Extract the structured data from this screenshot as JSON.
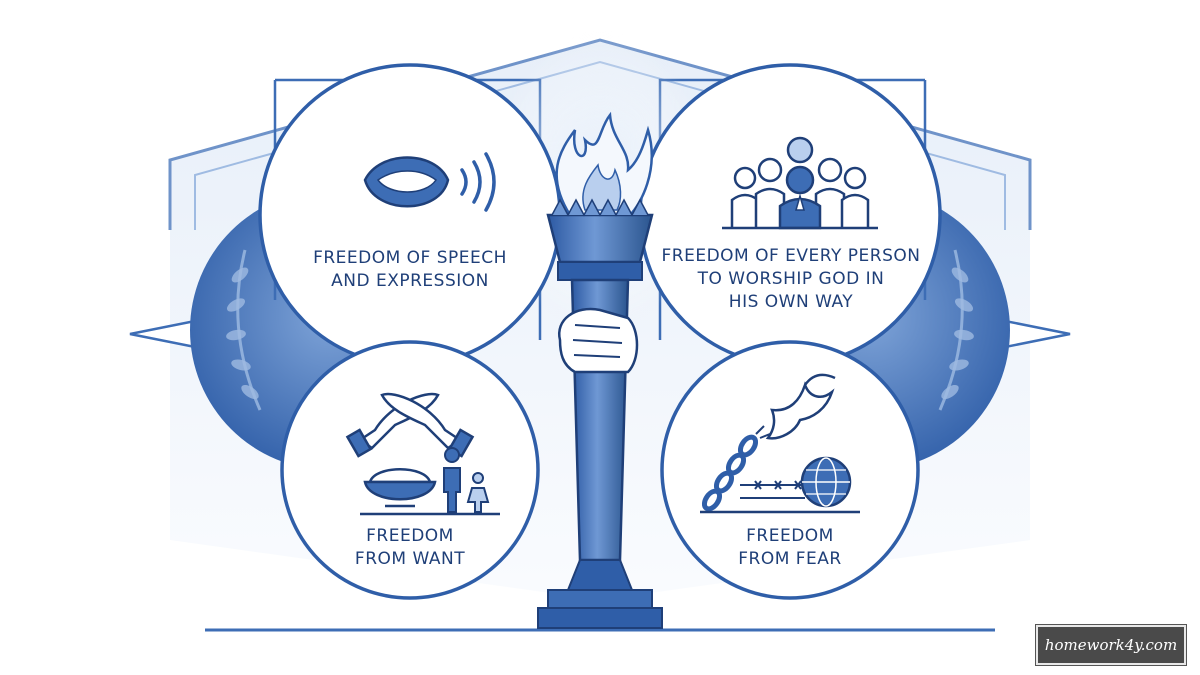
{
  "panels": {
    "speech": {
      "lines": [
        "FREEDOM OF SPEECH",
        "AND EXPRESSION"
      ]
    },
    "worship": {
      "lines": [
        "FREEDOM OF EVERY PERSON",
        "TO WORSHIP GOD IN",
        "HIS OWN WAY"
      ]
    },
    "want": {
      "lines": [
        "FREEDOM",
        "FROM WANT"
      ]
    },
    "fear": {
      "lines": [
        "FREEDOM",
        "FROM FEAR"
      ]
    }
  },
  "watermark": "homework4y.com",
  "colors": {
    "dark_blue": "#1f3f78",
    "mid_blue": "#3d6db5",
    "light_blue": "#dce8f7",
    "pale_blue": "#eef4fb"
  },
  "icons": [
    "mouth-icon",
    "sound-waves-icon",
    "people-group-icon",
    "praying-person-icon",
    "sheltering-hands-icon",
    "food-bowl-icon",
    "parent-child-icon",
    "dove-icon",
    "broken-chain-icon",
    "barbed-wire-icon",
    "globe-icon",
    "torch-icon"
  ]
}
